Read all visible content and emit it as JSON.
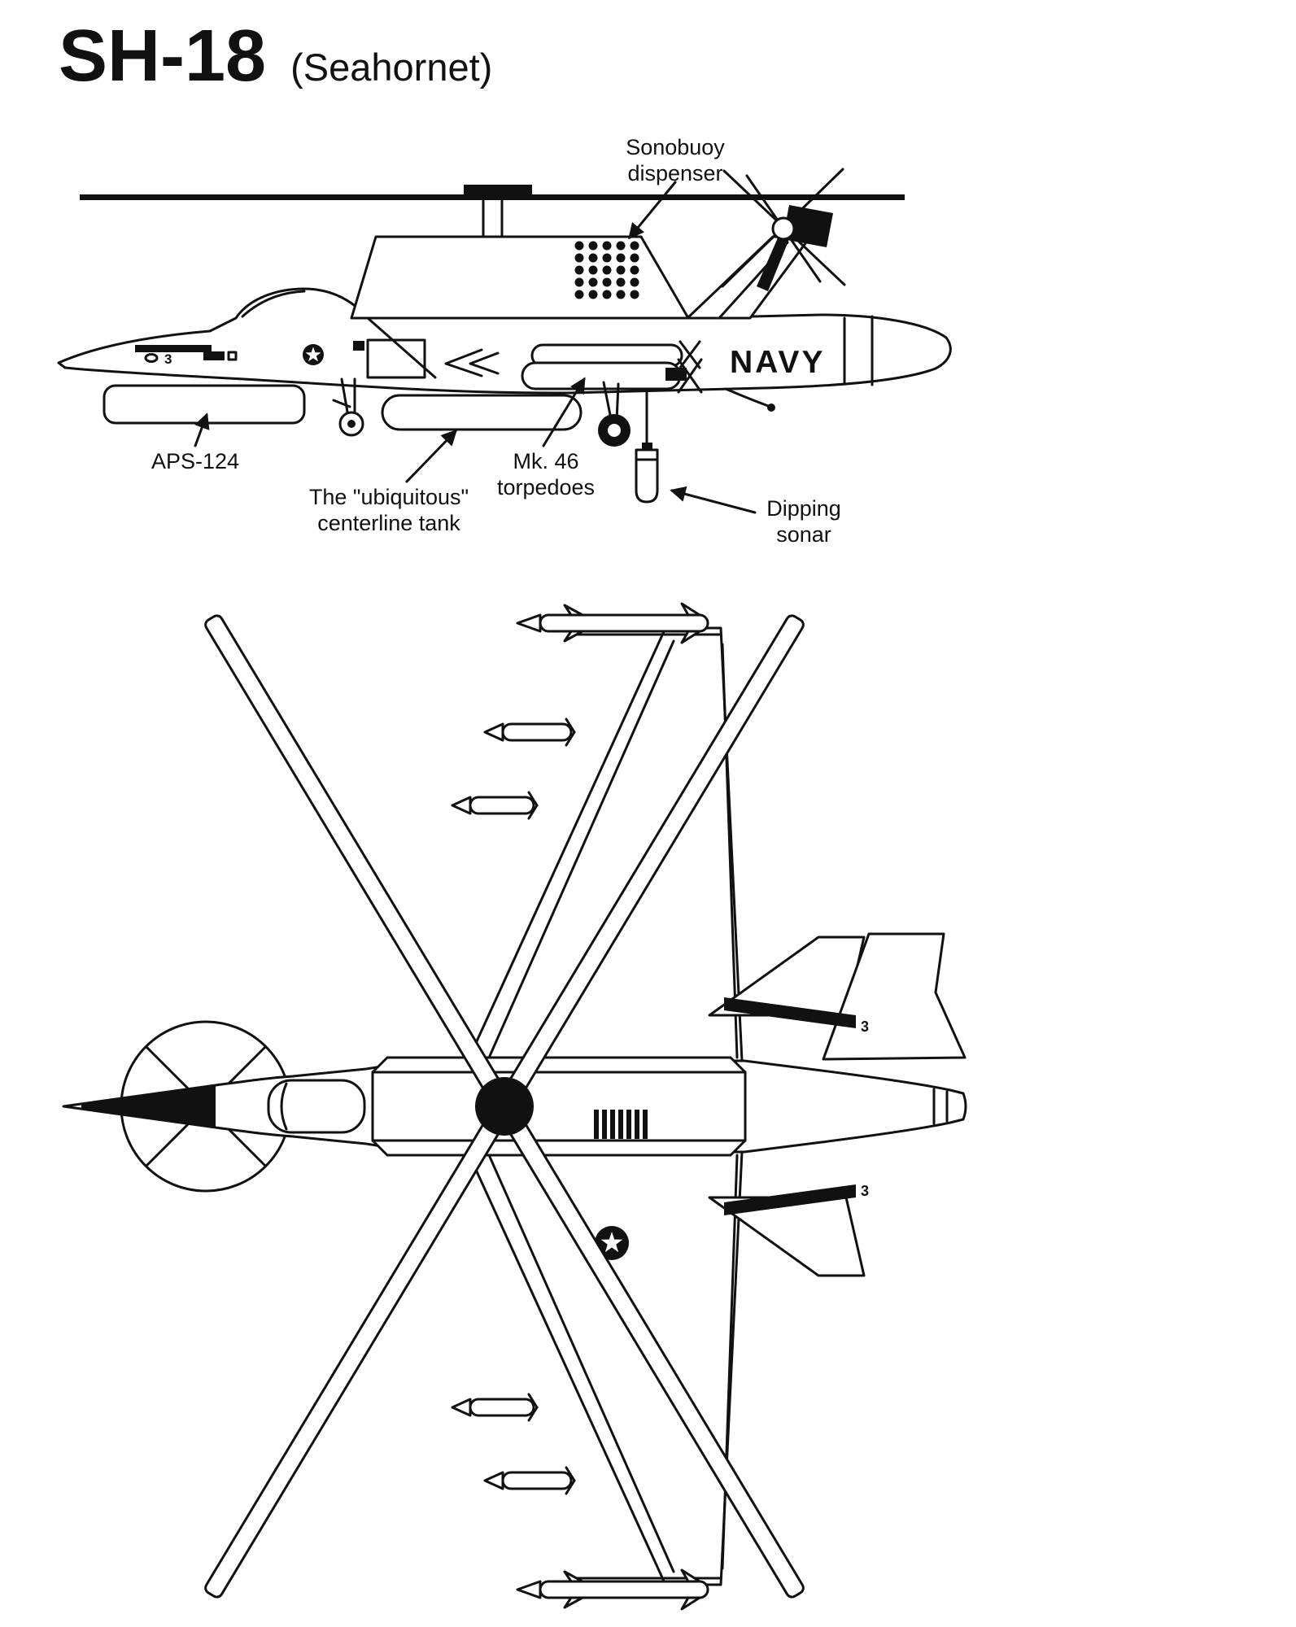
{
  "page": {
    "title": "SH-18",
    "subtitle": "(Seahornet)"
  },
  "side_view": {
    "labels": {
      "sonobuoy": {
        "line1": "Sonobuoy",
        "line2": "dispenser"
      },
      "aps124": {
        "line1": "APS-124"
      },
      "centerline_tank": {
        "line1": "The \"ubiquitous\"",
        "line2": "centerline tank"
      },
      "torpedoes": {
        "line1": "Mk. 46",
        "line2": "torpedoes"
      },
      "dipping_sonar": {
        "line1": "Dipping",
        "line2": "sonar"
      }
    },
    "markings": {
      "navy": "NAVY",
      "nose_number": "3"
    }
  },
  "top_view": {
    "markings": {
      "tail_number": "3"
    }
  },
  "colors": {
    "ink": "#111111",
    "paper": "#ffffff"
  }
}
